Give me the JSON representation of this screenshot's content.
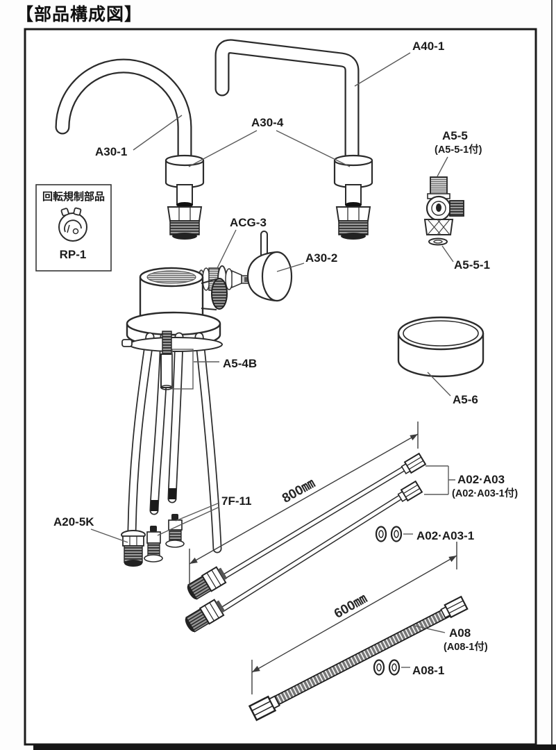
{
  "page": {
    "title": "【部品構成図】"
  },
  "diagram": {
    "parts": {
      "a40_1": {
        "label": "A40-1"
      },
      "a30_1": {
        "label": "A30-1"
      },
      "a30_4": {
        "label": "A30-4"
      },
      "a30_2": {
        "label": "A30-2"
      },
      "acg_3": {
        "label": "ACG-3"
      },
      "a5_5": {
        "label": "A5-5",
        "sub": "(A5-5-1付)"
      },
      "a5_5_1": {
        "label": "A5-5-1"
      },
      "a5_4b": {
        "label": "A5-4B"
      },
      "a5_6": {
        "label": "A5-6"
      },
      "a20_5k": {
        "label": "A20-5K"
      },
      "f7_11": {
        "label": "7F-11"
      },
      "a02_a03": {
        "label": "A02·A03",
        "sub": "(A02·A03-1付)"
      },
      "a02_a03_1": {
        "label": "A02·A03-1"
      },
      "a08": {
        "label": "A08",
        "sub": "(A08-1付)"
      },
      "a08_1": {
        "label": "A08-1"
      }
    },
    "rotation_box": {
      "title": "回転規制部品",
      "part": "RP-1"
    },
    "dimensions": {
      "hose_800": "800㎜",
      "hose_600": "600㎜"
    }
  }
}
